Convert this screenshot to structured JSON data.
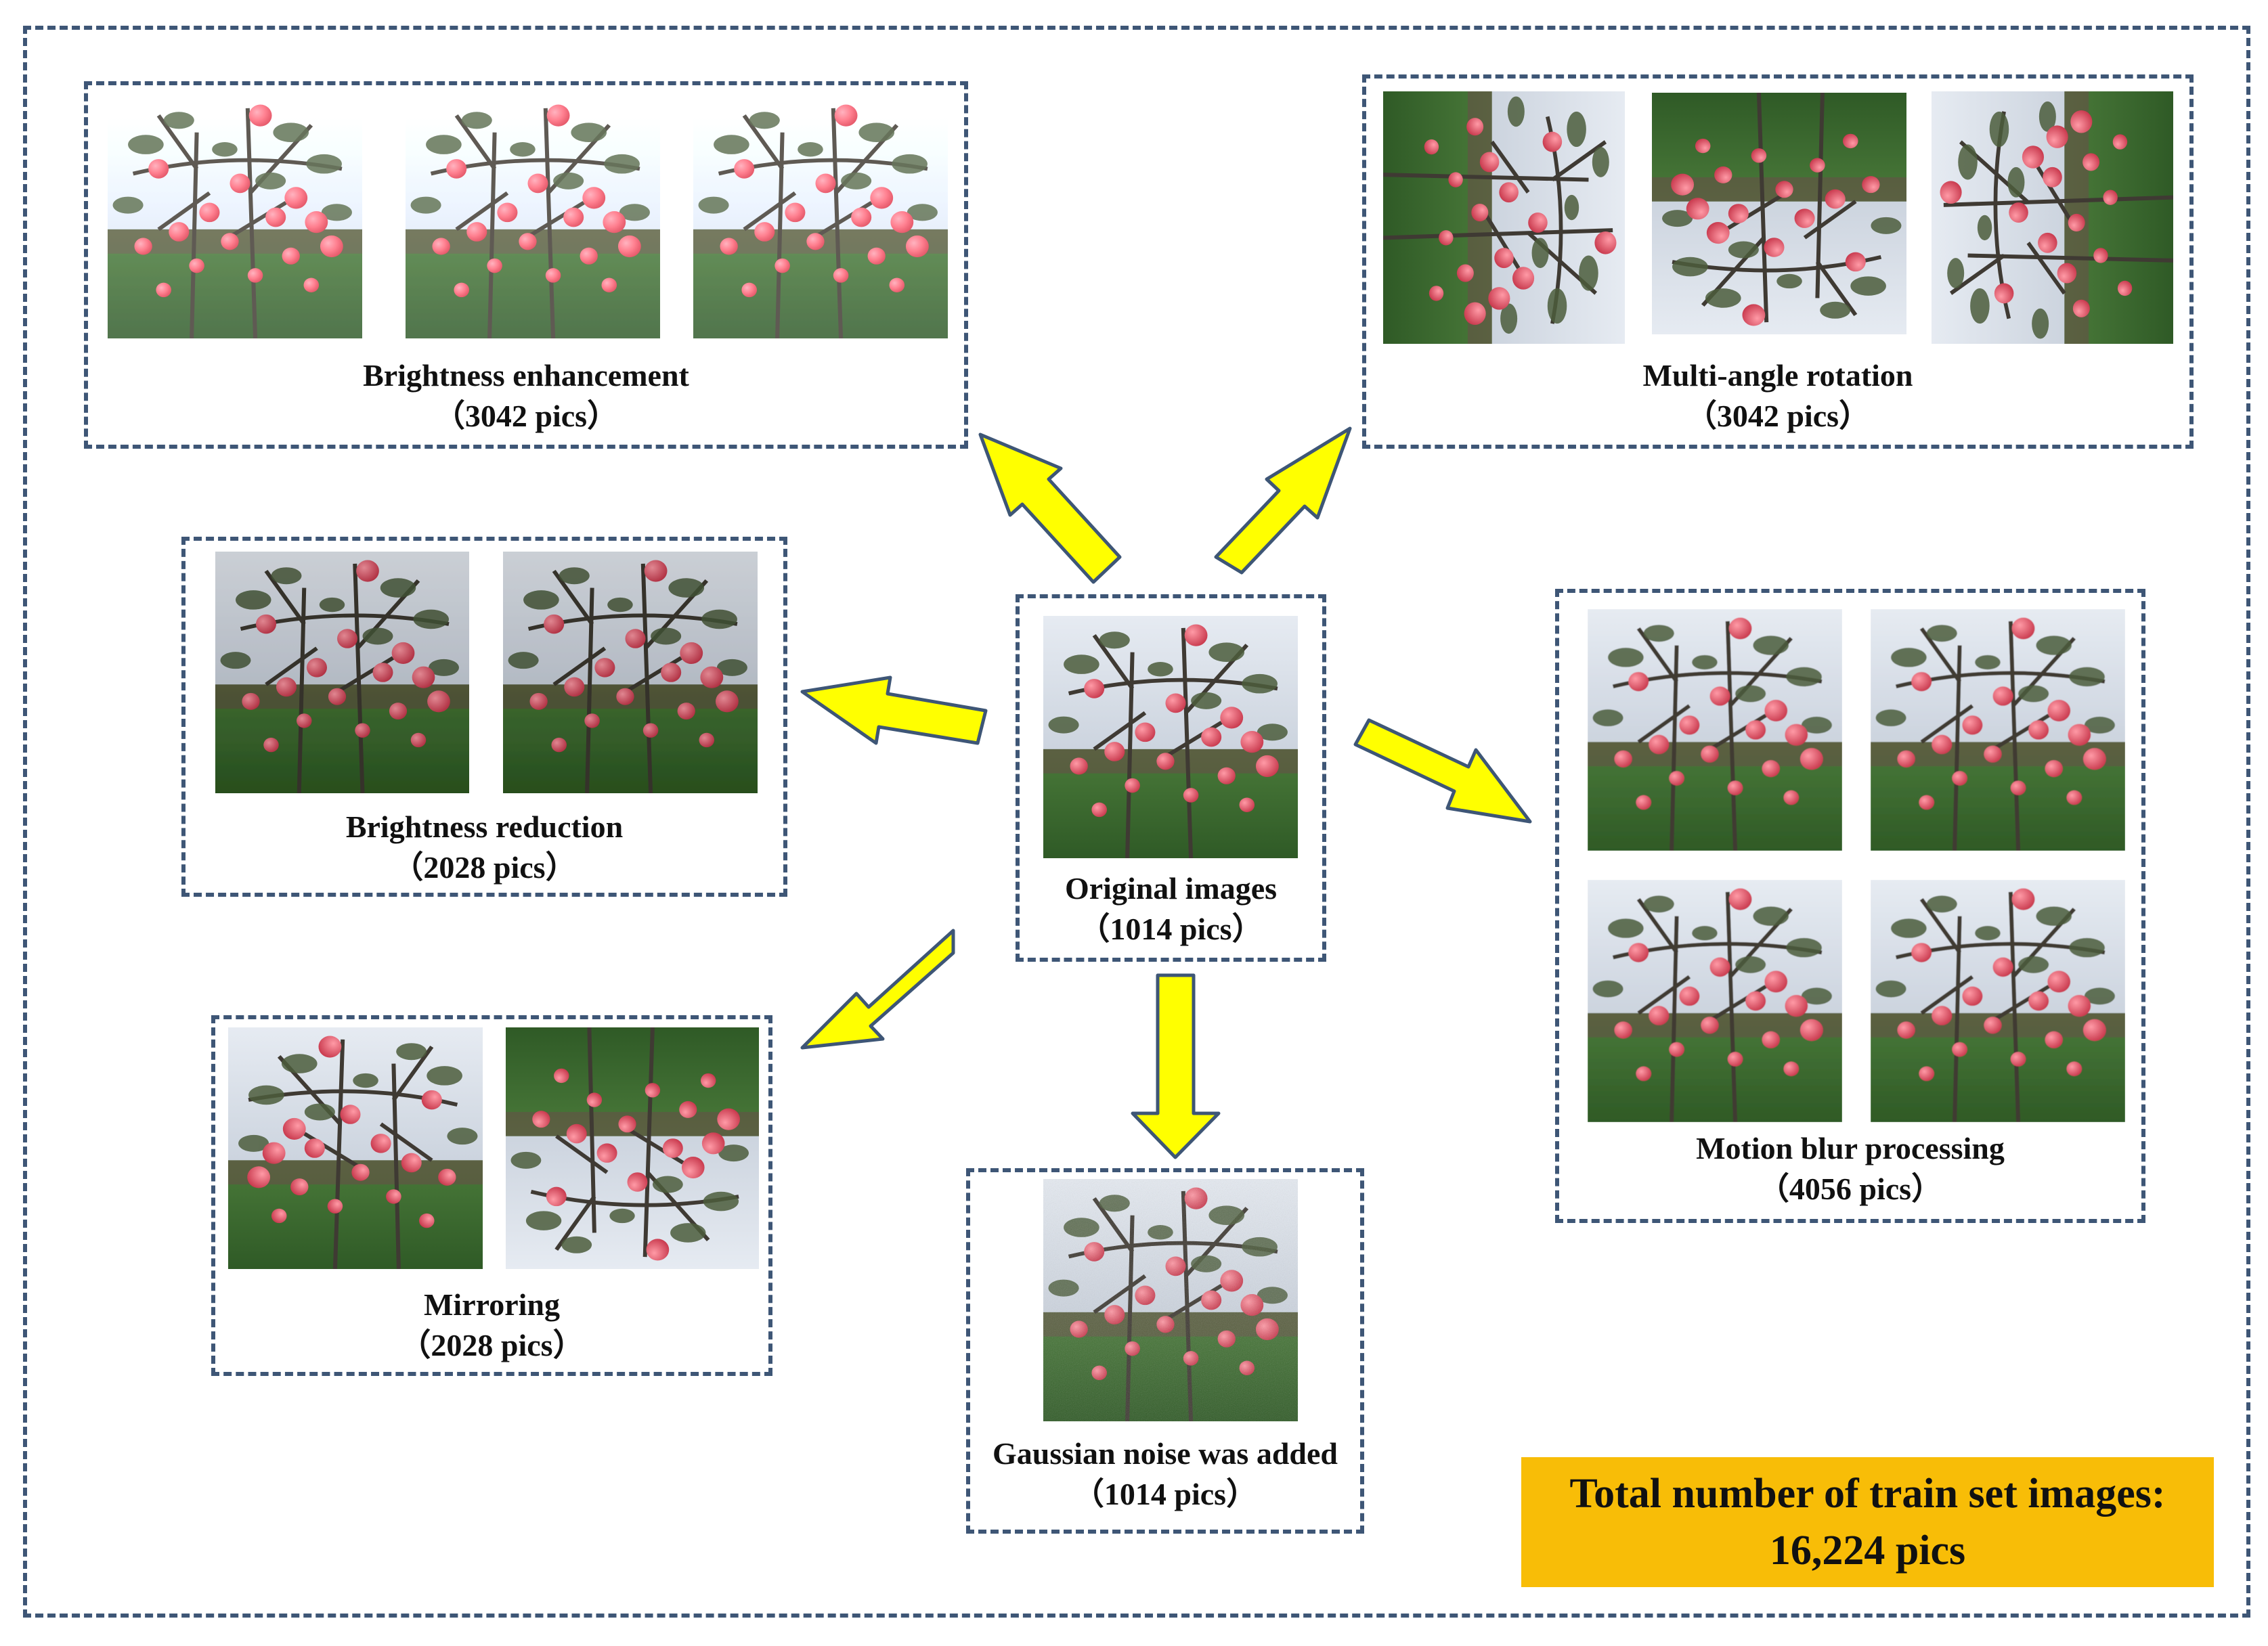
{
  "colors": {
    "frame": "#3e5676",
    "arrow_fill": "#ffff00",
    "arrow_stroke": "#3e5676",
    "total_bg": "#f8bd07"
  },
  "original": {
    "name": "Original images",
    "count": "（1014 pics）"
  },
  "brightness_enhancement": {
    "name": "Brightness enhancement",
    "count": "（3042 pics）"
  },
  "multi_angle_rotation": {
    "name": "Multi-angle rotation",
    "count": "（3042 pics）"
  },
  "brightness_reduction": {
    "name": "Brightness reduction",
    "count": "（2028 pics）"
  },
  "motion_blur": {
    "name": "Motion blur processing",
    "count": "（4056 pics）"
  },
  "mirroring": {
    "name": "Mirroring",
    "count": "（2028 pics）"
  },
  "gaussian_noise": {
    "name": "Gaussian noise was added",
    "count": "（1014 pics）"
  },
  "total": {
    "line1": "Total number of train set images:",
    "line2": "16,224 pics"
  }
}
